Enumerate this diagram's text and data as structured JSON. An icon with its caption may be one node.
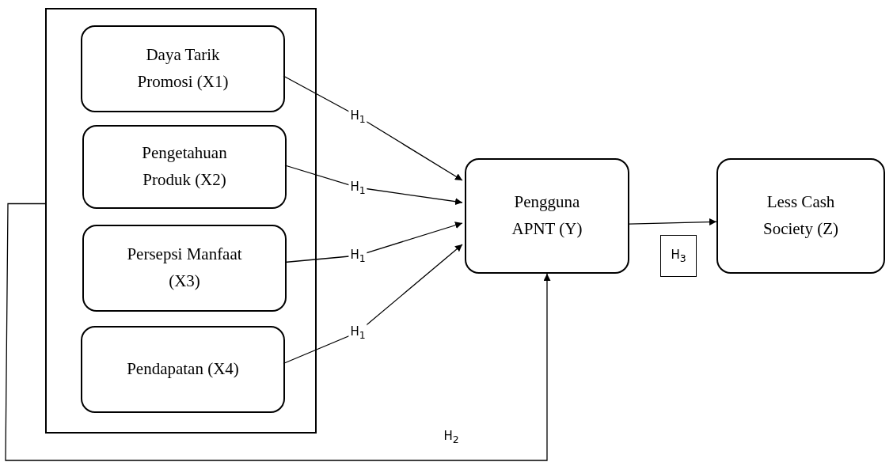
{
  "diagram": {
    "nodes": [
      {
        "text": [],
        "shape": "box"
      },
      {
        "text": [
          "Daya Tarik Promosi (X1)"
        ],
        "in": 0
      },
      {
        "text": [
          "Pengetahuan Produk (X2)"
        ],
        "in": 0
      },
      {
        "text": [
          "Persepsi Manfaat (X3)"
        ],
        "in": 0
      },
      {
        "text": [
          "Pendapatan (X4)"
        ],
        "in": 0
      },
      {
        "text": [
          "Pengguna APNT (Y)"
        ]
      },
      {
        "text": [
          "Less Cash Society (Z)"
        ]
      },
      {
        "text": [
          "H$_{3}$"
        ]
      }
    ],
    "edges": [
      {
        "from": 1,
        "to": 5,
        "arrow": "to",
        "label": "H$_{1}$"
      },
      {
        "from": 2,
        "to": 5,
        "arrow": "to",
        "label": "H$_{1}$"
      },
      {
        "from": 3,
        "to": 5,
        "arrow": "to",
        "label": "H$_{1}$"
      },
      {
        "from": 4,
        "to": 5,
        "arrow": "to",
        "label": "H$_{1}$"
      },
      {
        "from": 0,
        "to": 5,
        "arrow": "to",
        "label": "H$_{2}$"
      },
      {
        "from": 5,
        "to": 6,
        "arrow": "to"
      }
    ]
  }
}
